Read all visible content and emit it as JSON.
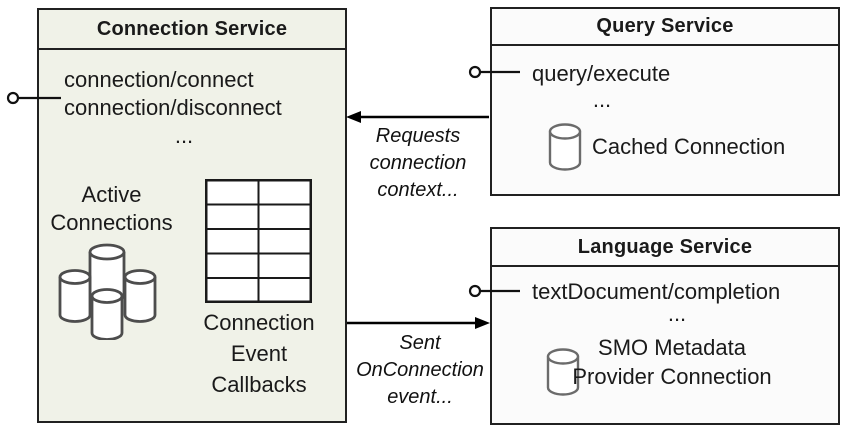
{
  "diagram": {
    "connection_service": {
      "title": "Connection Service",
      "method_1": "connection/connect",
      "method_2": "connection/disconnect",
      "ellipsis": "...",
      "active_connections_label": "Active\nConnections",
      "callbacks_label": "Connection\nEvent\nCallbacks"
    },
    "query_service": {
      "title": "Query Service",
      "method_1": "query/execute",
      "ellipsis": "...",
      "cached_connection_label": "Cached Connection"
    },
    "language_service": {
      "title": "Language Service",
      "method_1": "textDocument/completion",
      "ellipsis": "...",
      "smo_label": "SMO Metadata\nProvider Connection"
    },
    "arrows": {
      "requests_label": "Requests\nconnection\ncontext...",
      "sent_label": "Sent\nOnConnection\nevent..."
    },
    "icons": {
      "lollipop": "provided-interface-icon",
      "database": "database-cylinder-icon",
      "database_cluster": "database-cluster-icon",
      "callbacks_table": "table-grid-icon"
    },
    "colors": {
      "connection_box_fill": "#f0f2e8",
      "service_box_fill": "#fbfbfb",
      "border": "#212121",
      "cylinder_stroke": "#595959",
      "text": "#1a1a1a",
      "arrow": "#000000"
    }
  }
}
